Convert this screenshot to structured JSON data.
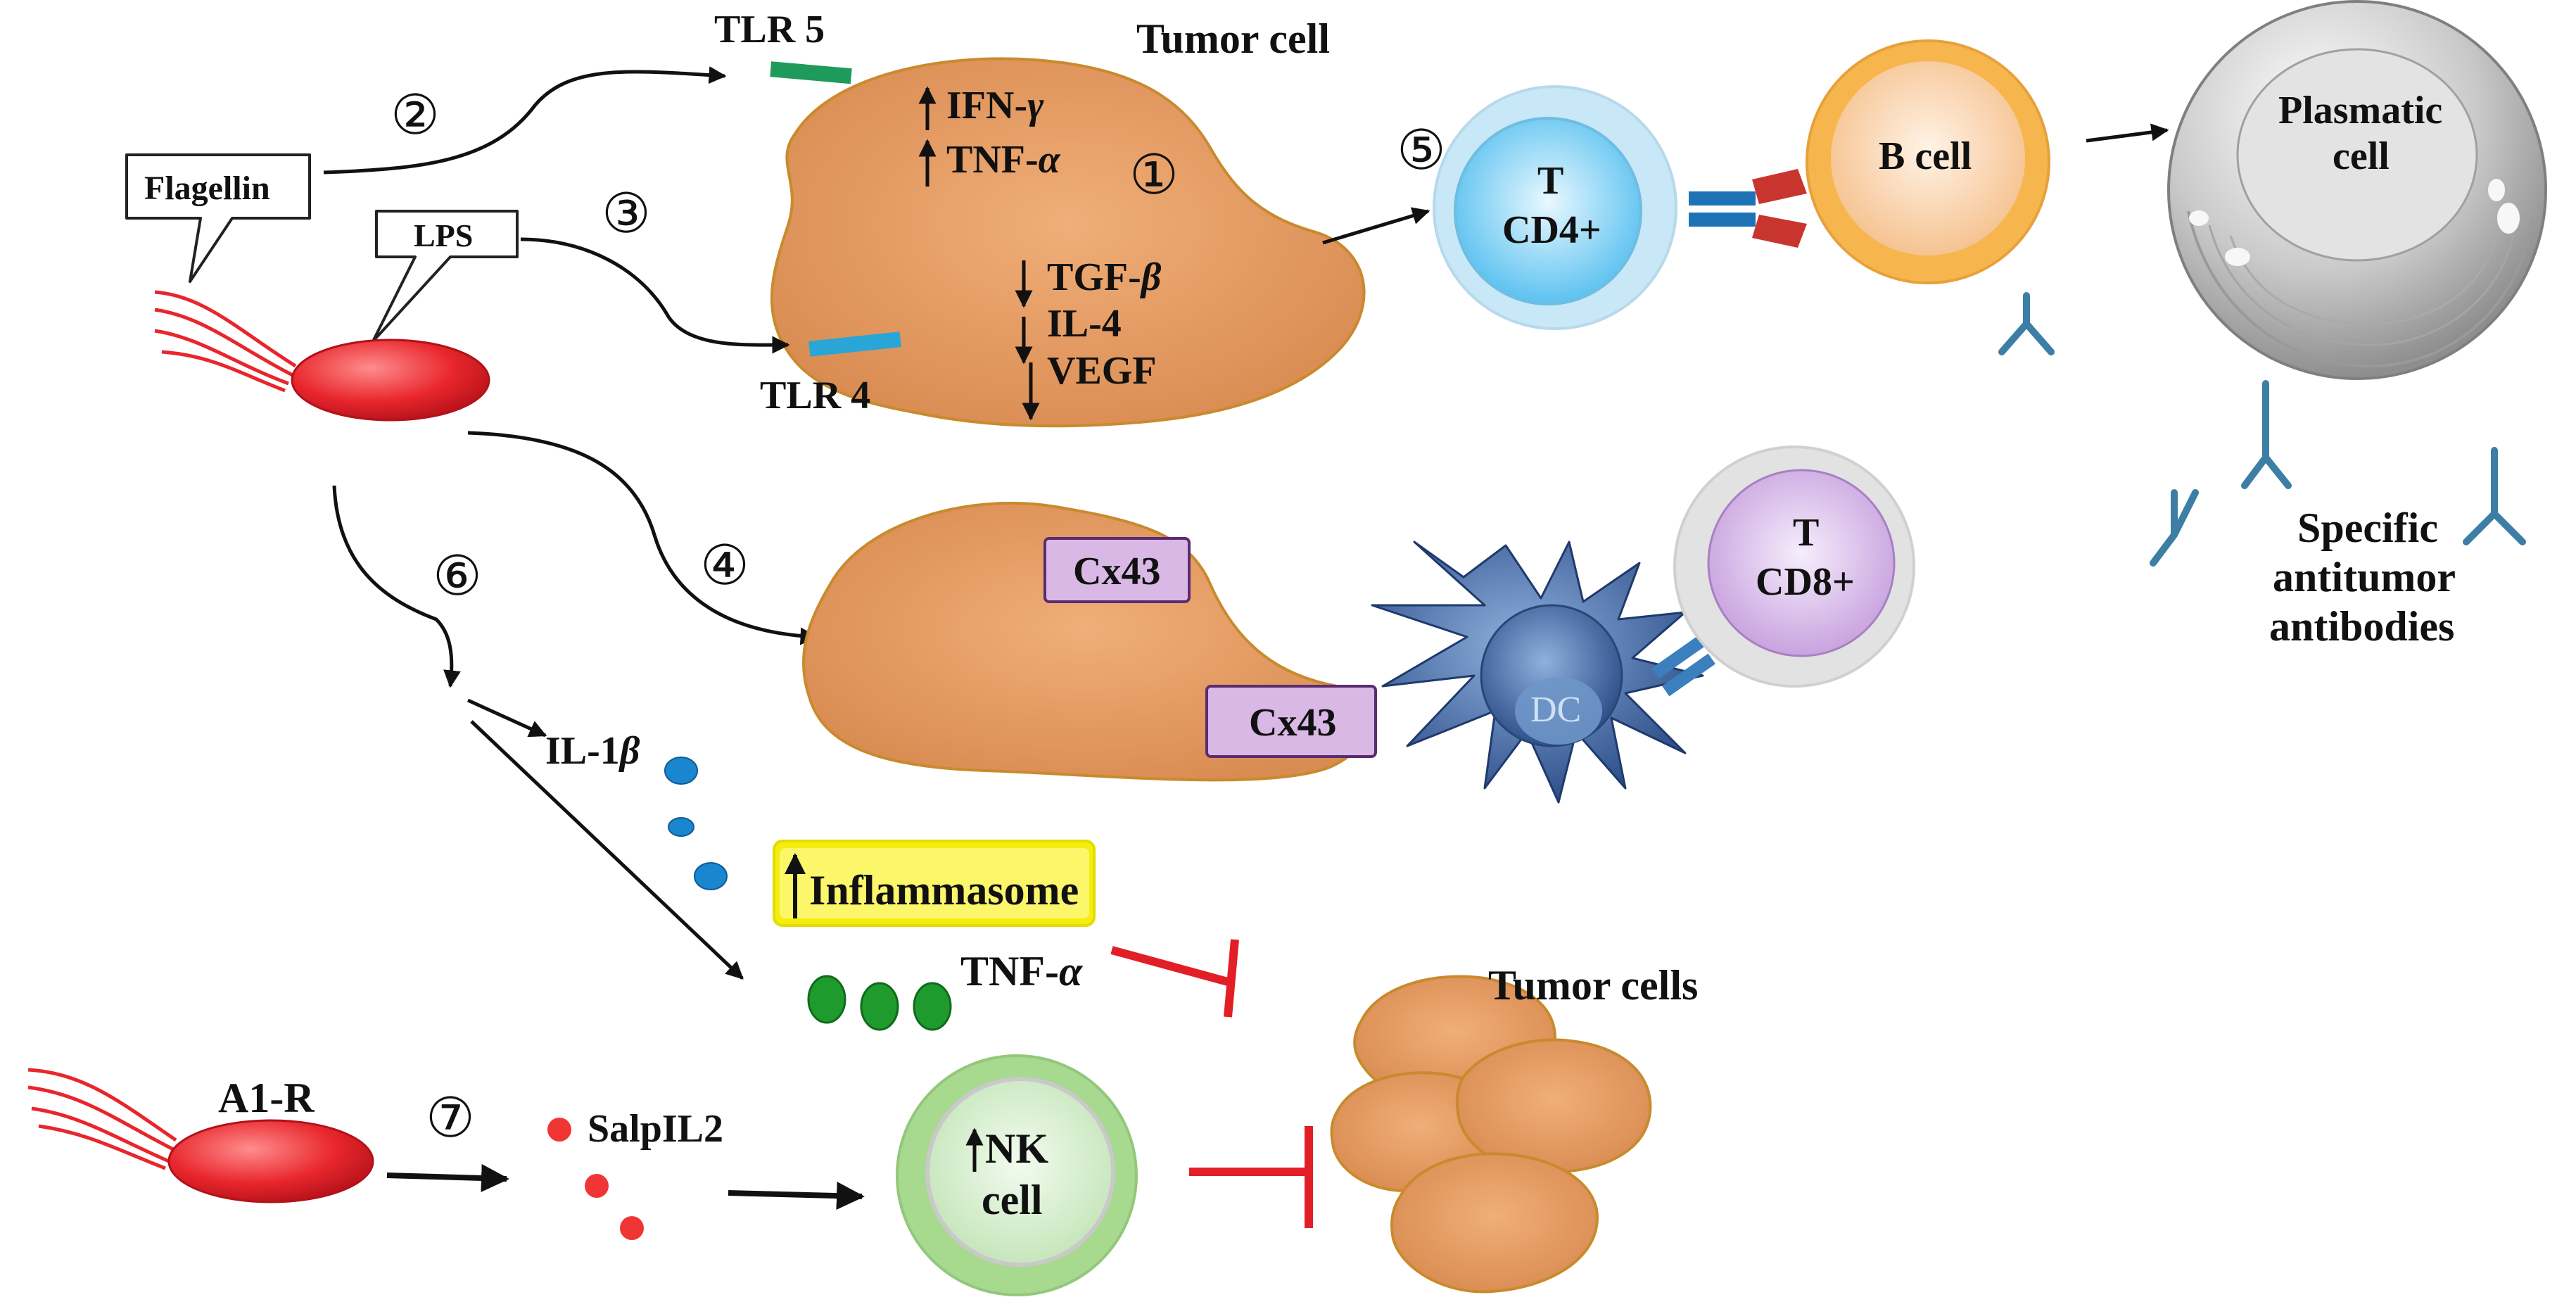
{
  "title": "",
  "bubbles": {
    "flagellin": "Flagellin",
    "lps": "LPS"
  },
  "receptors": {
    "tlr5": "TLR 5",
    "tlr4": "TLR 4"
  },
  "tumor_cell": {
    "label": "Tumor cell",
    "up_markers": [
      "IFN-",
      "TNF-"
    ],
    "up_greek": [
      "γ",
      "α"
    ],
    "down_markers": [
      "TGF-",
      "IL-4",
      "VEGF"
    ],
    "down_greek": [
      "β",
      "",
      ""
    ]
  },
  "steps": {
    "s1": "①",
    "s2": "②",
    "s3": "③",
    "s4": "④",
    "s5": "⑤",
    "s6": "⑥",
    "s7": "⑦"
  },
  "cells": {
    "t_cd4_line1": "T",
    "t_cd4_line2": "CD4+",
    "b_cell": "B cell",
    "plasmatic_line1": "Plasmatic",
    "plasmatic_line2": "cell",
    "t_cd8_line1": "T",
    "t_cd8_line2": "CD8+",
    "dc": "DC",
    "nk_line1": "NK",
    "nk_line2": "cell"
  },
  "antibodies": {
    "line1": "Specific",
    "line2": "antitumor",
    "line3": "antibodies"
  },
  "connexins": {
    "cx43_a": "Cx43",
    "cx43_b": "Cx43"
  },
  "cytokines": {
    "il1": "IL-1",
    "il1_greek": "β",
    "inflammasome": "Inflammasome",
    "tnf": "TNF-",
    "tnf_greek": "α",
    "salpil2": "SalpIL2"
  },
  "bacteria": {
    "a1r": "A1-R"
  },
  "tumor_cells_label": "Tumor cells",
  "colors": {
    "tumor": "#e09a62",
    "tumor_edge": "#c98a2e",
    "bacterium": "#e8262c",
    "tcd4": "#5fc2ef",
    "bcell": "#f7a73f",
    "tcd8": "#c8a2dd",
    "nk": "#9ed58b",
    "inhibit": "#e21f26",
    "inflammasome_bg": "#f4ee10",
    "il1_dot": "#1a86d0",
    "tnf_dot": "#1f9b2e",
    "salp_dot": "#f03535",
    "antibody": "#3d7ea6"
  }
}
